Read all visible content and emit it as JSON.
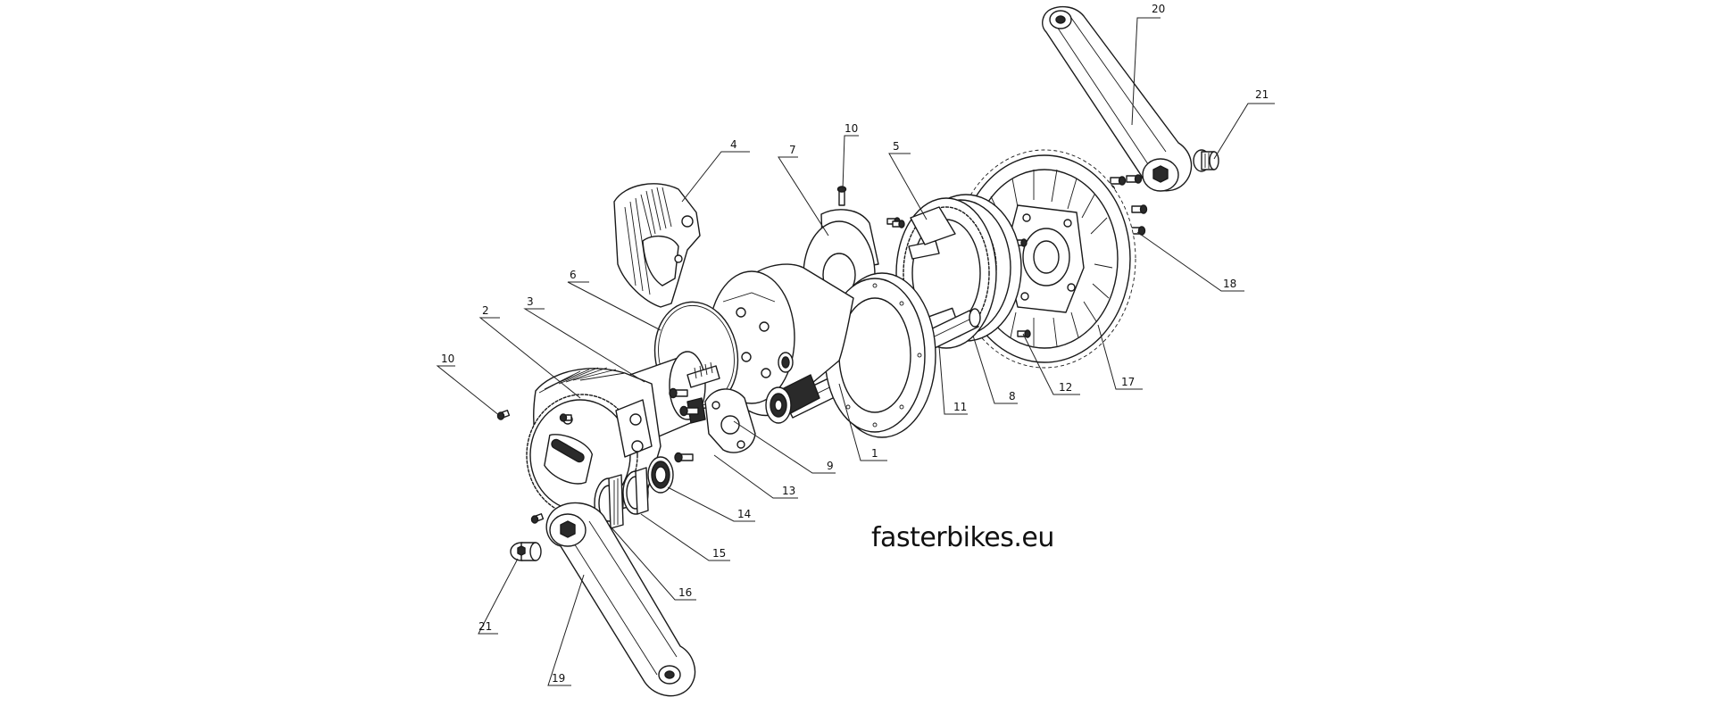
{
  "brand": {
    "text": "fasterbikes.eu"
  },
  "callouts": [
    {
      "id": "c1",
      "label": "1"
    },
    {
      "id": "c2",
      "label": "2"
    },
    {
      "id": "c3",
      "label": "3"
    },
    {
      "id": "c4",
      "label": "4"
    },
    {
      "id": "c5",
      "label": "5"
    },
    {
      "id": "c6",
      "label": "6"
    },
    {
      "id": "c7",
      "label": "7"
    },
    {
      "id": "c8",
      "label": "8"
    },
    {
      "id": "c9",
      "label": "9"
    },
    {
      "id": "c10a",
      "label": "10"
    },
    {
      "id": "c10b",
      "label": "10"
    },
    {
      "id": "c11",
      "label": "11"
    },
    {
      "id": "c12",
      "label": "12"
    },
    {
      "id": "c13",
      "label": "13"
    },
    {
      "id": "c14",
      "label": "14"
    },
    {
      "id": "c15",
      "label": "15"
    },
    {
      "id": "c16",
      "label": "16"
    },
    {
      "id": "c17",
      "label": "17"
    },
    {
      "id": "c18",
      "label": "18"
    },
    {
      "id": "c19",
      "label": "19"
    },
    {
      "id": "c20",
      "label": "20"
    },
    {
      "id": "c21a",
      "label": "21"
    },
    {
      "id": "c21b",
      "label": "21"
    }
  ]
}
